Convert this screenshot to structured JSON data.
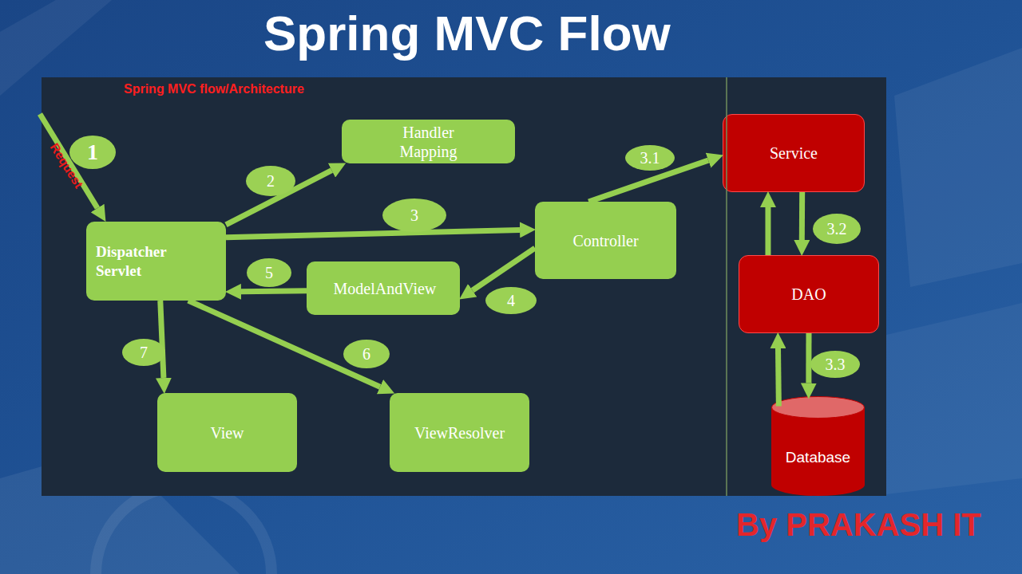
{
  "diagram": {
    "title": "Spring MVC Flow",
    "nodes": [
      {
        "text": [
          "Spring MVC flow/Architecture"
        ]
      },
      {
        "text": [
          "Dispatcher Servlet"
        ],
        "in": 0
      },
      {
        "text": [
          "Handler Mapping"
        ],
        "in": 0
      },
      {
        "text": [
          "Controller"
        ],
        "in": 0
      },
      {
        "text": [
          "ModelAndView"
        ],
        "in": 0
      },
      {
        "text": [
          "ViewResolver"
        ],
        "in": 0
      },
      {
        "text": [
          "View"
        ],
        "in": 0
      },
      {
        "text": [
          "Service"
        ],
        "in": 0
      },
      {
        "text": [
          "DAO"
        ],
        "in": 0
      },
      {
        "text": [
          "Database"
        ],
        "in": 0
      }
    ],
    "edges": [
      {
        "from": 1,
        "to": 2,
        "label": "2",
        "arrow": "to"
      },
      {
        "from": 1,
        "to": 3,
        "label": "3",
        "arrow": "to"
      },
      {
        "from": 3,
        "to": 4,
        "label": "4",
        "arrow": "to"
      },
      {
        "from": 4,
        "to": 1,
        "label": "5",
        "arrow": "to"
      },
      {
        "from": 1,
        "to": 5,
        "label": "6",
        "arrow": "to"
      },
      {
        "from": 1,
        "to": 6,
        "label": "7",
        "arrow": "to"
      },
      {
        "from": 3,
        "to": 7,
        "label": "3.1",
        "arrow": "to"
      },
      {
        "from": 8,
        "to": 7,
        "arrow": "to"
      },
      {
        "from": 7,
        "to": 8,
        "label": "3.2",
        "arrow": "to"
      },
      {
        "from": 9,
        "to": 8,
        "arrow": "to"
      },
      {
        "from": 8,
        "to": 9,
        "label": "3.3",
        "arrow": "to"
      }
    ],
    "labels": [
      "Request",
      "1",
      "By PRAKASH IT"
    ]
  }
}
